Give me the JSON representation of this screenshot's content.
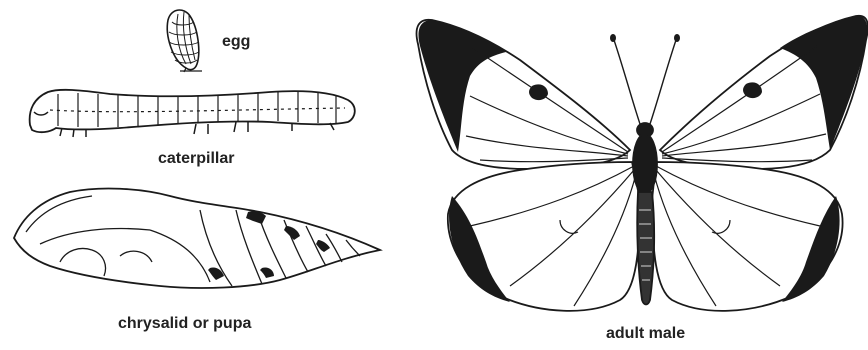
{
  "stages": [
    {
      "id": "egg",
      "label": "egg"
    },
    {
      "id": "caterpillar",
      "label": "caterpillar"
    },
    {
      "id": "pupa",
      "label": "chrysalid or pupa"
    },
    {
      "id": "adult",
      "label": "adult male"
    }
  ],
  "colors": {
    "ink": "#1a1a1a",
    "paper": "#ffffff",
    "label": "#222222"
  }
}
